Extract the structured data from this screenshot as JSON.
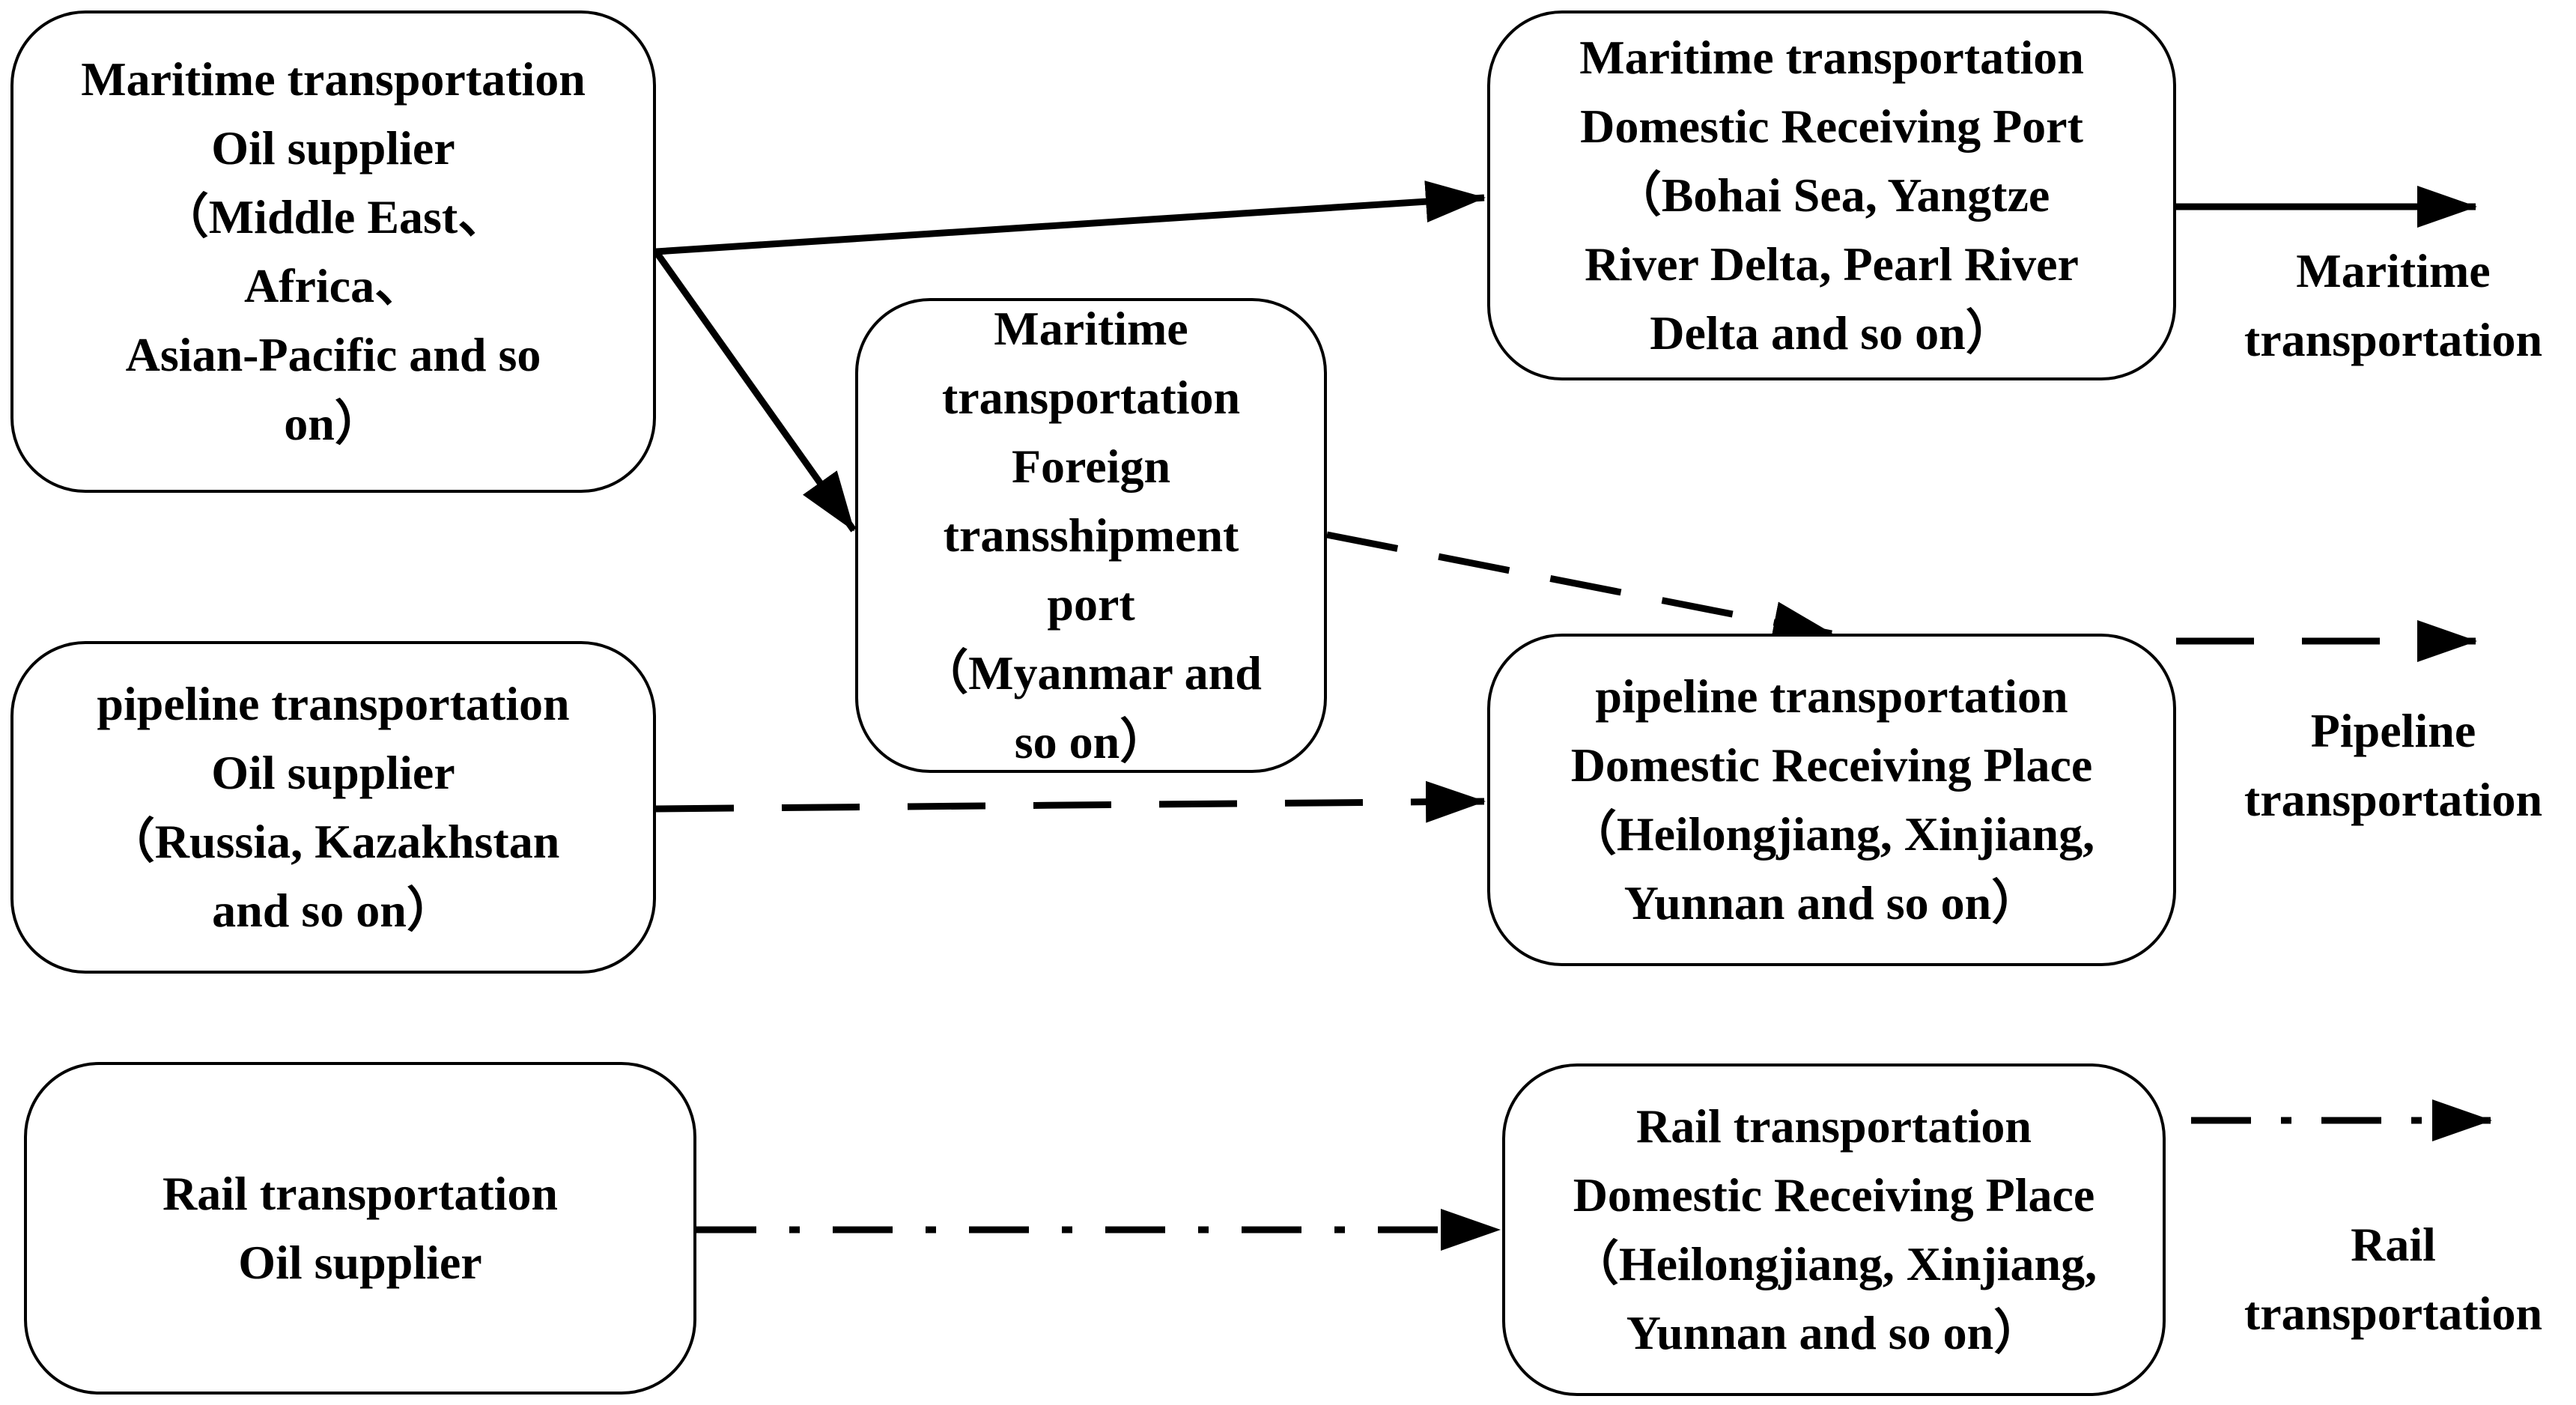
{
  "nodes": {
    "maritime_supplier": {
      "lines": [
        "Maritime transportation",
        "Oil supplier",
        "（Middle East、",
        "Africa、",
        "Asian-Pacific and so",
        "on）"
      ]
    },
    "maritime_domestic": {
      "lines": [
        "Maritime transportation",
        "Domestic Receiving Port",
        "（Bohai Sea, Yangtze",
        "River Delta, Pearl River",
        "Delta and so on）"
      ]
    },
    "foreign_transshipment": {
      "lines": [
        "Maritime",
        "transportation",
        "Foreign",
        "transshipment",
        "port",
        "（Myanmar and",
        "so on）"
      ]
    },
    "pipeline_supplier": {
      "lines": [
        "pipeline transportation",
        "Oil supplier",
        "（Russia, Kazakhstan",
        "and so on）"
      ]
    },
    "pipeline_domestic": {
      "lines": [
        "pipeline transportation",
        "Domestic Receiving Place",
        "（Heilongjiang, Xinjiang,",
        "Yunnan and so on）"
      ]
    },
    "rail_supplier": {
      "lines": [
        "Rail transportation",
        "Oil supplier"
      ]
    },
    "rail_domestic": {
      "lines": [
        "Rail transportation",
        "Domestic Receiving Place",
        "（Heilongjiang, Xinjiang,",
        "Yunnan and so on）"
      ]
    }
  },
  "legend": {
    "maritime": {
      "lines": [
        "Maritime",
        "transportation"
      ],
      "line_style": "solid"
    },
    "pipeline": {
      "lines": [
        "Pipeline",
        "transportation"
      ],
      "line_style": "dashed"
    },
    "rail": {
      "lines": [
        "Rail",
        "transportation"
      ],
      "line_style": "dash-dot"
    }
  },
  "edges": [
    {
      "from": "maritime_supplier",
      "to": "maritime_domestic",
      "style": "solid"
    },
    {
      "from": "maritime_supplier",
      "to": "foreign_transshipment",
      "style": "solid"
    },
    {
      "from": "foreign_transshipment",
      "to": "pipeline_domestic",
      "style": "dashed"
    },
    {
      "from": "pipeline_supplier",
      "to": "pipeline_domestic",
      "style": "dashed"
    },
    {
      "from": "rail_supplier",
      "to": "rail_domestic",
      "style": "dash-dot"
    }
  ],
  "colors": {
    "stroke": "#000000",
    "background": "#ffffff"
  }
}
